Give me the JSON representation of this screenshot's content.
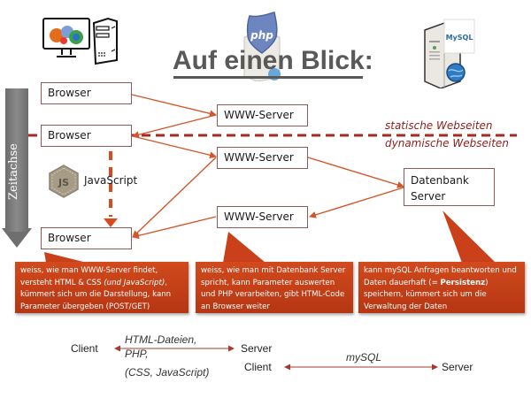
{
  "title": "Auf einen Blick:",
  "timeline": {
    "label": "Zeitachse"
  },
  "icons": {
    "client": "client-computer-icon",
    "php": "php-server-icon",
    "mysql": "mysql-server-icon",
    "js": "javascript-icon"
  },
  "php_badge": "php",
  "mysql_badge": "MySQL",
  "js_badge": "JS",
  "nodes": {
    "browser_1": "Browser",
    "browser_2": "Browser",
    "browser_3": "Browser",
    "www_server_1": "WWW-Server",
    "www_server_2": "WWW-Server",
    "www_server_3": "WWW-Server",
    "db_server_line1": "Datenbank",
    "db_server_line2": "Server",
    "javascript": "JavaScript"
  },
  "divider": {
    "above": "statische Webseiten",
    "below": "dynamische Webseiten"
  },
  "callouts": {
    "browser": {
      "part1": "weiss, wie man WWW-Server findet, versteht HTML & CSS ",
      "italic": "(und JavaScript)",
      "part2": ", kümmert sich um die Darstellung, kann Parameter übergeben (POST/GET)"
    },
    "www_server": {
      "text": "weiss, wie man mit Datenbank Server spricht, kann Parameter auswerten und PHP verarbeiten, gibt HTML-Code an Browser weiter"
    },
    "db_server": {
      "part1": "kann mySQL Anfragen beantworten und Daten dauerhaft (= ",
      "bold": "Persistenz",
      "part2": ") speichern, kümmert sich um die Verwaltung der Daten"
    }
  },
  "legend": {
    "left": {
      "client": "Client",
      "server": "Server",
      "label_line1": "HTML-Dateien,",
      "label_line2": "PHP,",
      "label_line3": "(CSS, JavaScript)"
    },
    "right": {
      "client": "Client",
      "server": "Server",
      "label": "mySQL"
    }
  },
  "colors": {
    "accent": "#c9401a",
    "arrow": "#d4552a",
    "divider": "#a52a20",
    "italic_red": "#8b1f1f",
    "title": "#595959",
    "timeline": "#7a7a7a"
  }
}
